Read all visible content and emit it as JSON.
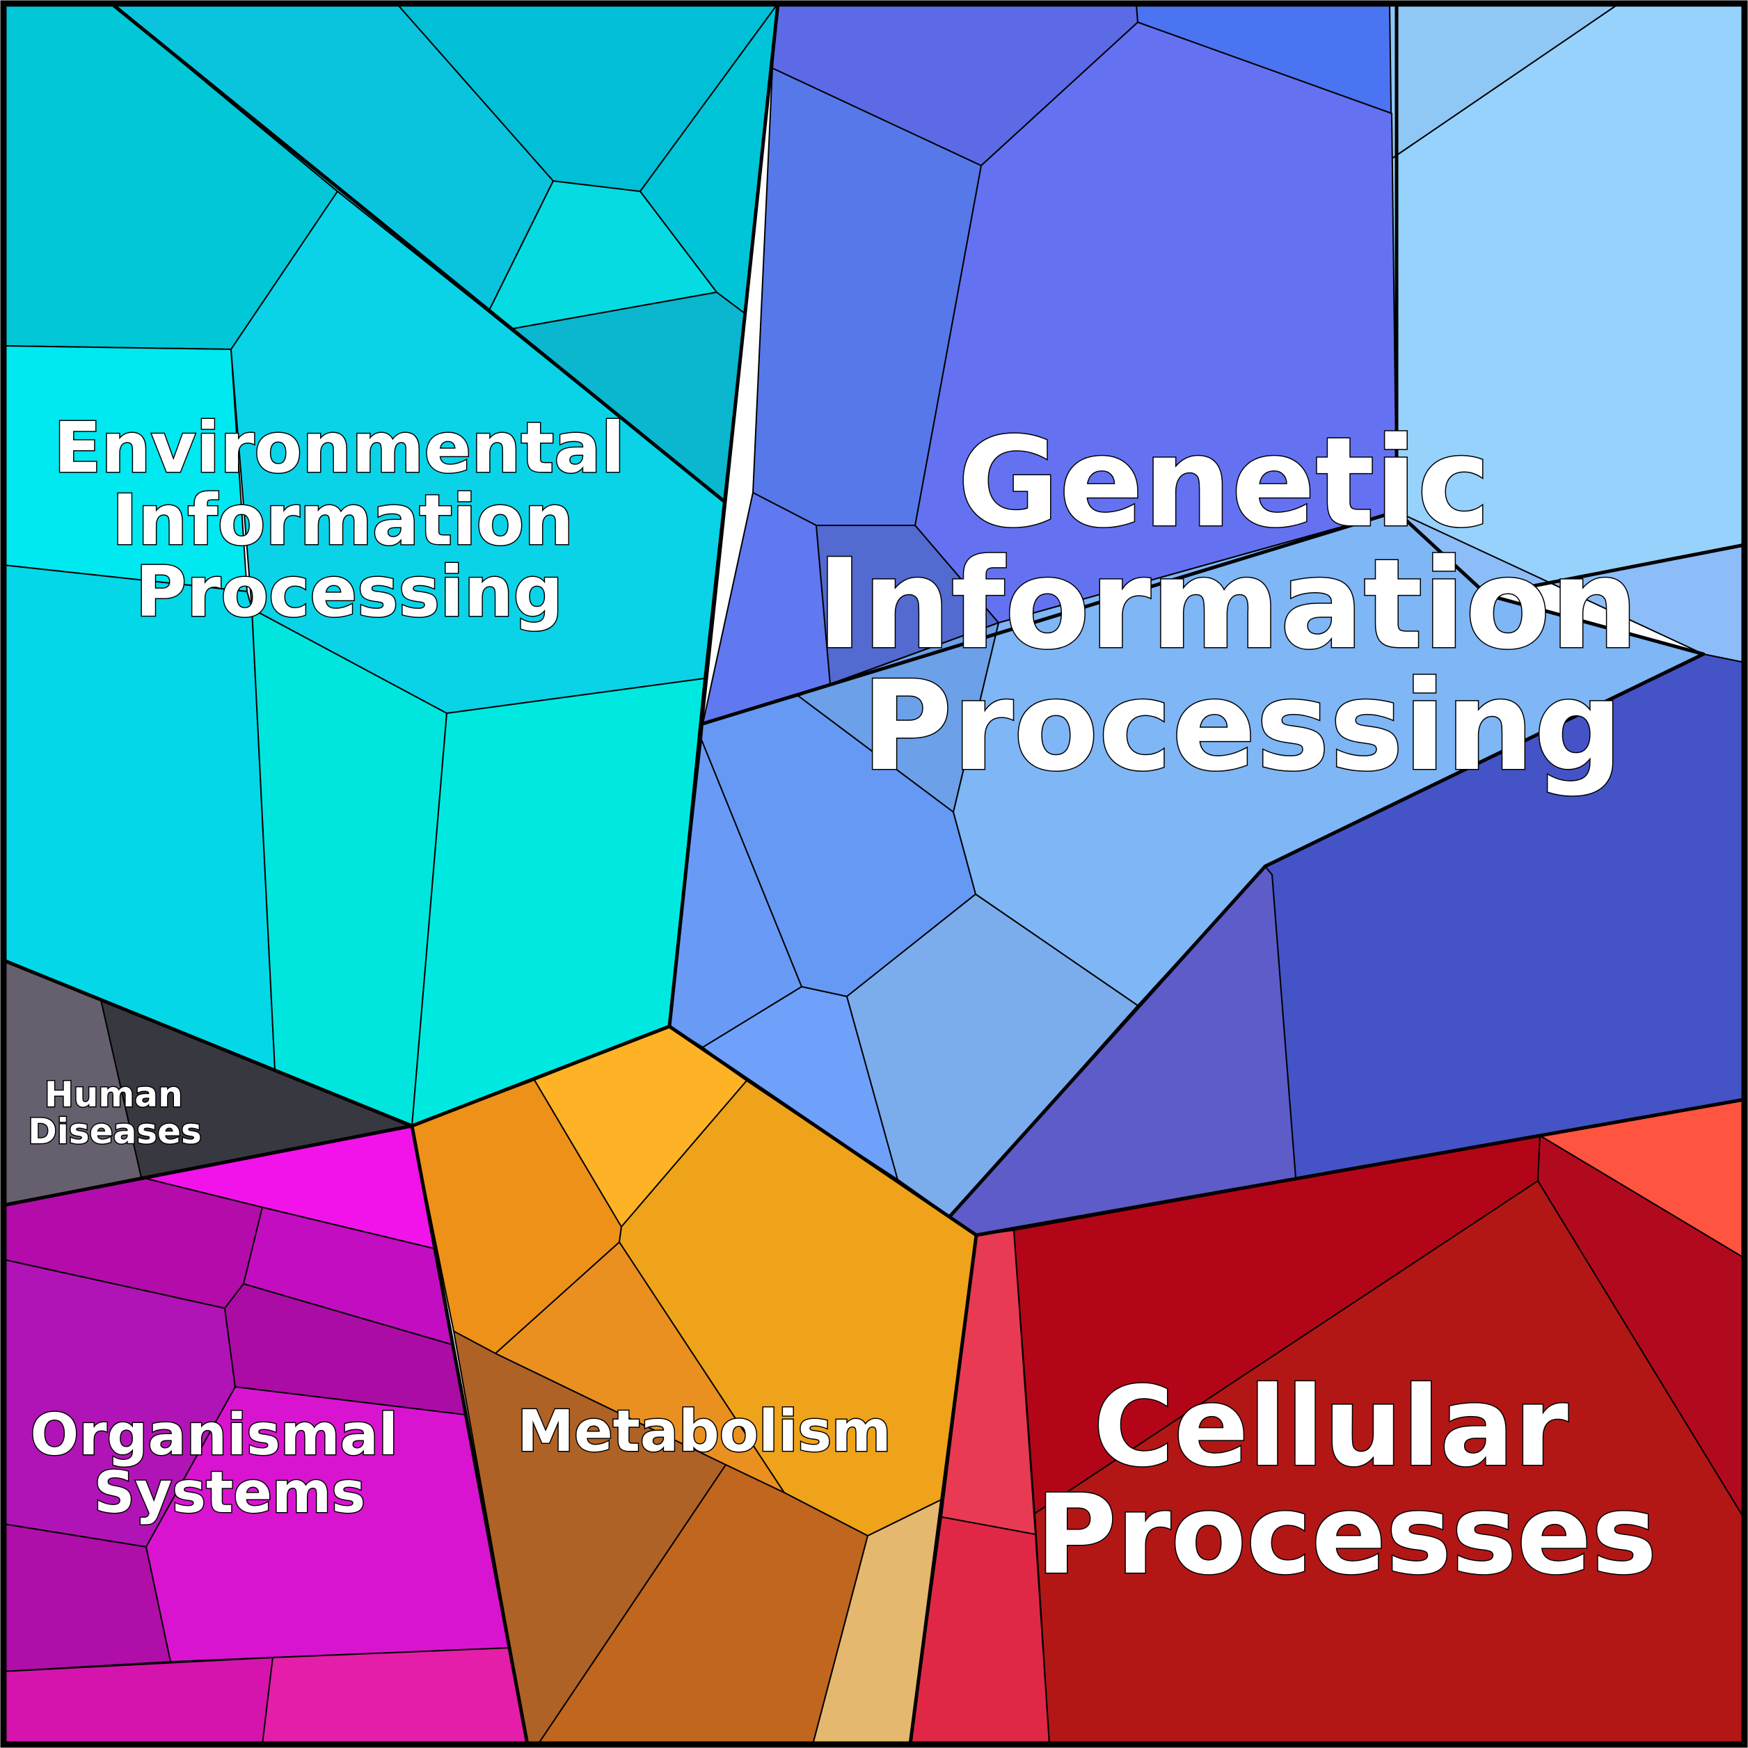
{
  "groups": {
    "environmental": {
      "lines": [
        "Environmental",
        "Information",
        "Processing"
      ],
      "colors": [
        "#02C7D6",
        "#0AC4DE",
        "#00E8F0",
        "#0AD3E8",
        "#07DBE2",
        "#00BFD6",
        "#0BB6CF",
        "#00C5D8",
        "#04D8E8",
        "#00E6DE",
        "#00E9E0"
      ]
    },
    "genetic": {
      "lines": [
        "Genetic",
        "Information",
        "Processing"
      ],
      "colors": [
        "#5C6AE6",
        "#4B74F2",
        "#8FC7F5",
        "#96D2FC",
        "#6472F2",
        "#5778E8",
        "#6079F0",
        "#536AD0",
        "#8DBDF8",
        "#4453C6",
        "#7EB6F6",
        "#6CA0E8",
        "#6699F4",
        "#699BF6",
        "#6FA1FA",
        "#7BACEC",
        "#5D5CC8"
      ]
    },
    "human_diseases": {
      "lines": [
        "Human",
        "Diseases"
      ],
      "colors": [
        "#66606E",
        "#383840"
      ]
    },
    "organismal": {
      "lines": [
        "Organismal",
        "Systems"
      ],
      "colors": [
        "#F213EA",
        "#B30CAA",
        "#C20EC0",
        "#B114B6",
        "#AC0CA6",
        "#D914D0",
        "#B00EA8",
        "#D414AC",
        "#E41EA8"
      ]
    },
    "metabolism": {
      "lines": [
        "Metabolism"
      ],
      "colors": [
        "#EE9118",
        "#FDB325",
        "#EEA31A",
        "#EA9020",
        "#AE6226",
        "#C0661E",
        "#E4B86E"
      ]
    },
    "cellular": {
      "lines": [
        "Cellular",
        "Processes"
      ],
      "colors": [
        "#E83A52",
        "#B20618",
        "#FF5540",
        "#B10A1E",
        "#B21716",
        "#E02846"
      ]
    }
  }
}
